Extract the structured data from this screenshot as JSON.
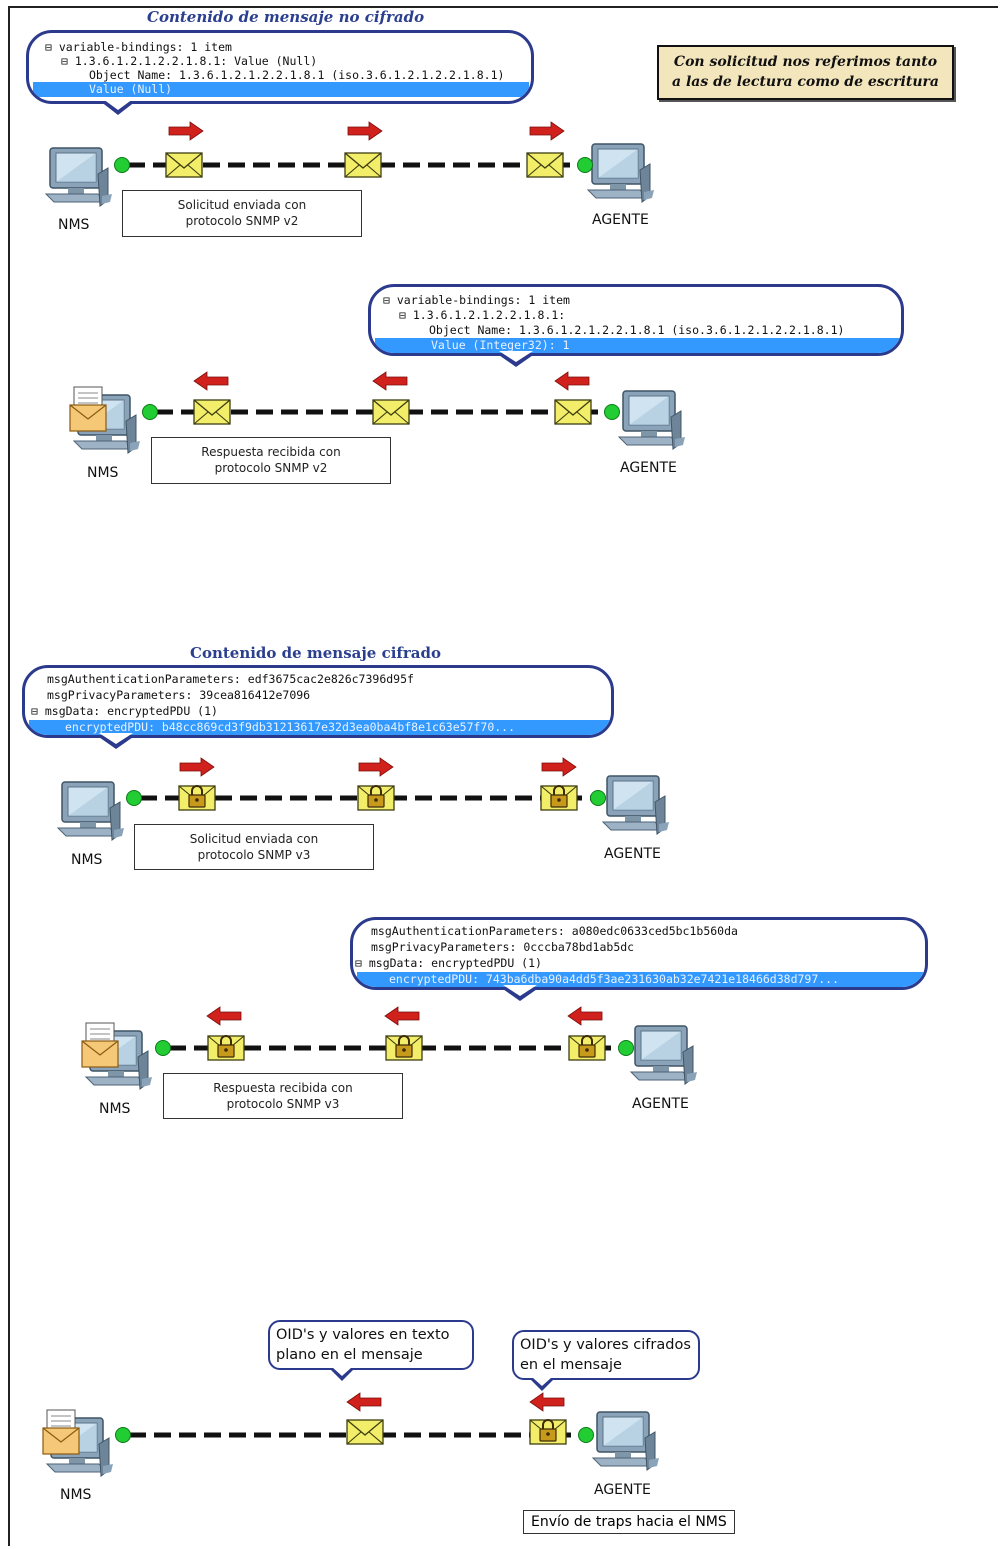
{
  "colors": {
    "accent": "#2b3a8c",
    "selection": "#3399ff",
    "envelope": "#f2ee6a",
    "arrow": "#d0211c",
    "node": "#22cc33",
    "note": "#f3e6bd"
  },
  "icons": [
    "computer-icon",
    "envelope-icon",
    "locked-envelope-icon",
    "red-arrow-icon",
    "mail-received-icon"
  ],
  "section1": {
    "title": "Contenido de mensaje no cifrado",
    "lines": [
      "⊟ variable-bindings: 1 item",
      "⊟ 1.3.6.1.2.1.2.2.1.8.1: Value (Null)",
      "Object Name: 1.3.6.1.2.1.2.2.1.8.1 (iso.3.6.1.2.1.2.2.1.8.1)",
      "Value (Null)"
    ],
    "caption": [
      "Solicitud enviada con",
      "protocolo SNMP v2"
    ],
    "nms": "NMS",
    "agent": "AGENTE"
  },
  "note": [
    "Con solicitud nos referimos tanto",
    "a las de lectura como de escritura"
  ],
  "section2": {
    "lines": [
      "⊟ variable-bindings: 1 item",
      "⊟ 1.3.6.1.2.1.2.2.1.8.1:",
      "Object Name: 1.3.6.1.2.1.2.2.1.8.1 (iso.3.6.1.2.1.2.2.1.8.1)",
      "Value (Integer32): 1"
    ],
    "caption": [
      "Respuesta recibida con",
      "protocolo SNMP v2"
    ],
    "nms": "NMS",
    "agent": "AGENTE"
  },
  "section3": {
    "title": "Contenido de mensaje cifrado",
    "lines": [
      "msgAuthenticationParameters: edf3675cac2e826c7396d95f",
      "msgPrivacyParameters: 39cea816412e7096",
      "⊟ msgData: encryptedPDU (1)",
      "encryptedPDU: b48cc869cd3f9db31213617e32d3ea0ba4bf8e1c63e57f70..."
    ],
    "caption": [
      "Solicitud enviada con",
      "protocolo SNMP v3"
    ],
    "nms": "NMS",
    "agent": "AGENTE"
  },
  "section4": {
    "lines": [
      "msgAuthenticationParameters: a080edc0633ced5bc1b560da",
      "msgPrivacyParameters: 0cccba78bd1ab5dc",
      "⊟ msgData: encryptedPDU (1)",
      "encryptedPDU: 743ba6dba90a4dd5f3ae231630ab32e7421e18466d38d797..."
    ],
    "caption": [
      "Respuesta recibida con",
      "protocolo SNMP v3"
    ],
    "nms": "NMS",
    "agent": "AGENTE"
  },
  "section5": {
    "plain_bubble": [
      "OID's y valores en texto",
      "plano en el mensaje"
    ],
    "cipher_bubble": [
      "OID's y valores cifrados",
      "en el mensaje"
    ],
    "caption": "Envío de traps hacia el NMS",
    "nms": "NMS",
    "agent": "AGENTE"
  }
}
